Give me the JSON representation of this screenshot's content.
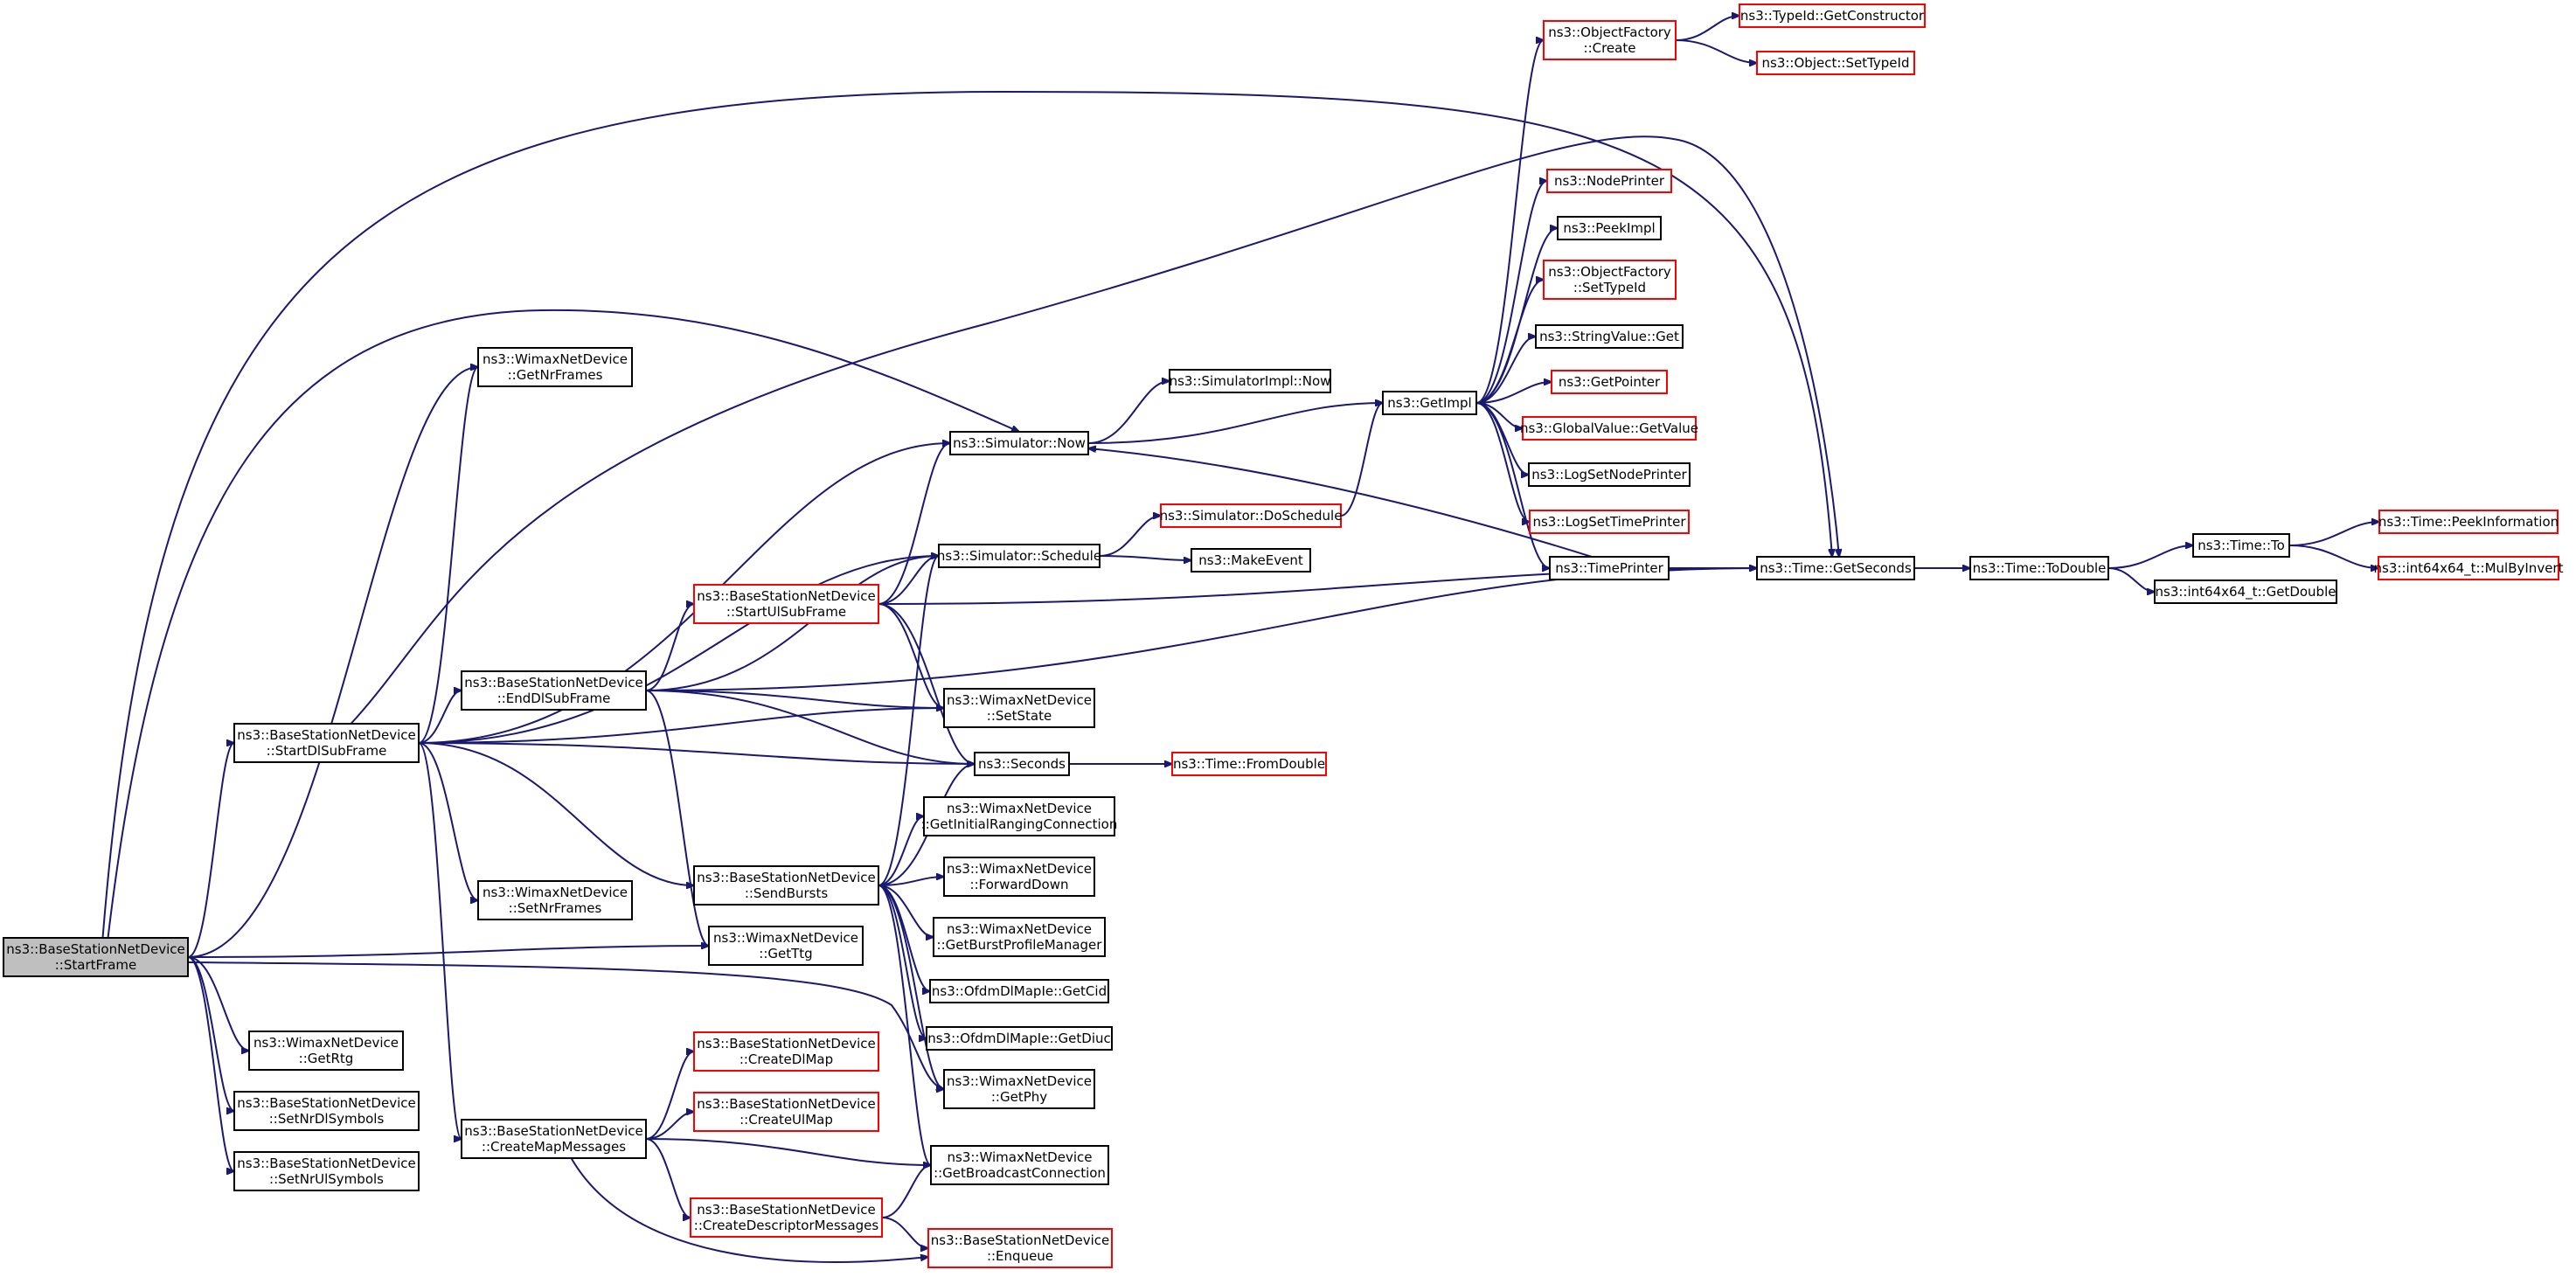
{
  "colors": {
    "edge": "#191970",
    "root_fill": "#bfbfbf",
    "node_fill": "#ffffff",
    "normal_border": "#000000",
    "truncated_border": "#ff0000"
  },
  "nodes": [
    {
      "id": "startframe",
      "lines": [
        "ns3::BaseStationNetDevice",
        "::StartFrame"
      ],
      "style": "root"
    },
    {
      "id": "startdlsubframe",
      "lines": [
        "ns3::BaseStationNetDevice",
        "::StartDlSubFrame"
      ],
      "style": "normal"
    },
    {
      "id": "getnrframes",
      "lines": [
        "ns3::WimaxNetDevice",
        "::GetNrFrames"
      ],
      "style": "normal"
    },
    {
      "id": "setnrframes",
      "lines": [
        "ns3::WimaxNetDevice",
        "::SetNrFrames"
      ],
      "style": "normal"
    },
    {
      "id": "getrtg",
      "lines": [
        "ns3::WimaxNetDevice",
        "::GetRtg"
      ],
      "style": "normal"
    },
    {
      "id": "setnrdlsymbols",
      "lines": [
        "ns3::BaseStationNetDevice",
        "::SetNrDlSymbols"
      ],
      "style": "normal"
    },
    {
      "id": "setnrulsymbols",
      "lines": [
        "ns3::BaseStationNetDevice",
        "::SetNrUlSymbols"
      ],
      "style": "normal"
    },
    {
      "id": "enddlsubframe",
      "lines": [
        "ns3::BaseStationNetDevice",
        "::EndDlSubFrame"
      ],
      "style": "normal"
    },
    {
      "id": "createmapmessages",
      "lines": [
        "ns3::BaseStationNetDevice",
        "::CreateMapMessages"
      ],
      "style": "normal"
    },
    {
      "id": "startulsubframe",
      "lines": [
        "ns3::BaseStationNetDevice",
        "::StartUlSubFrame"
      ],
      "style": "truncated"
    },
    {
      "id": "sendbursts",
      "lines": [
        "ns3::BaseStationNetDevice",
        "::SendBursts"
      ],
      "style": "normal"
    },
    {
      "id": "getttg",
      "lines": [
        "ns3::WimaxNetDevice",
        "::GetTtg"
      ],
      "style": "normal"
    },
    {
      "id": "createdlmap",
      "lines": [
        "ns3::BaseStationNetDevice",
        "::CreateDlMap"
      ],
      "style": "truncated"
    },
    {
      "id": "createulmap",
      "lines": [
        "ns3::BaseStationNetDevice",
        "::CreateUlMap"
      ],
      "style": "truncated"
    },
    {
      "id": "createdescriptormessages",
      "lines": [
        "ns3::BaseStationNetDevice",
        "::CreateDescriptorMessages"
      ],
      "style": "truncated"
    },
    {
      "id": "simnow",
      "lines": [
        "ns3::Simulator::Now"
      ],
      "style": "normal"
    },
    {
      "id": "simschedule",
      "lines": [
        "ns3::Simulator::Schedule"
      ],
      "style": "normal"
    },
    {
      "id": "setstate",
      "lines": [
        "ns3::WimaxNetDevice",
        "::SetState"
      ],
      "style": "normal"
    },
    {
      "id": "seconds",
      "lines": [
        "ns3::Seconds"
      ],
      "style": "normal"
    },
    {
      "id": "getinitialranging",
      "lines": [
        "ns3::WimaxNetDevice",
        "::GetInitialRangingConnection"
      ],
      "style": "normal"
    },
    {
      "id": "forwarddown",
      "lines": [
        "ns3::WimaxNetDevice",
        "::ForwardDown"
      ],
      "style": "normal"
    },
    {
      "id": "getburstprofile",
      "lines": [
        "ns3::WimaxNetDevice",
        "::GetBurstProfileManager"
      ],
      "style": "normal"
    },
    {
      "id": "getcid",
      "lines": [
        "ns3::OfdmDlMapIe::GetCid"
      ],
      "style": "normal"
    },
    {
      "id": "getdiuc",
      "lines": [
        "ns3::OfdmDlMapIe::GetDiuc"
      ],
      "style": "normal"
    },
    {
      "id": "getphy",
      "lines": [
        "ns3::WimaxNetDevice",
        "::GetPhy"
      ],
      "style": "normal"
    },
    {
      "id": "getbroadcast",
      "lines": [
        "ns3::WimaxNetDevice",
        "::GetBroadcastConnection"
      ],
      "style": "normal"
    },
    {
      "id": "enqueue",
      "lines": [
        "ns3::BaseStationNetDevice",
        "::Enqueue"
      ],
      "style": "truncated"
    },
    {
      "id": "simimplnow",
      "lines": [
        "ns3::SimulatorImpl::Now"
      ],
      "style": "normal"
    },
    {
      "id": "doschedule",
      "lines": [
        "ns3::Simulator::DoSchedule"
      ],
      "style": "truncated"
    },
    {
      "id": "makeevent",
      "lines": [
        "ns3::MakeEvent"
      ],
      "style": "normal"
    },
    {
      "id": "fromdouble",
      "lines": [
        "ns3::Time::FromDouble"
      ],
      "style": "truncated"
    },
    {
      "id": "getimpl",
      "lines": [
        "ns3::GetImpl"
      ],
      "style": "normal"
    },
    {
      "id": "ofcreate",
      "lines": [
        "ns3::ObjectFactory",
        "::Create"
      ],
      "style": "truncated"
    },
    {
      "id": "nodeprinter",
      "lines": [
        "ns3::NodePrinter"
      ],
      "style": "truncated"
    },
    {
      "id": "peekimpl",
      "lines": [
        "ns3::PeekImpl"
      ],
      "style": "normal"
    },
    {
      "id": "ofsettypeid",
      "lines": [
        "ns3::ObjectFactory",
        "::SetTypeId"
      ],
      "style": "truncated"
    },
    {
      "id": "stringvalueget",
      "lines": [
        "ns3::StringValue::Get"
      ],
      "style": "normal"
    },
    {
      "id": "getpointer",
      "lines": [
        "ns3::GetPointer"
      ],
      "style": "truncated"
    },
    {
      "id": "globalvalueget",
      "lines": [
        "ns3::GlobalValue::GetValue"
      ],
      "style": "truncated"
    },
    {
      "id": "logsetnodeprinter",
      "lines": [
        "ns3::LogSetNodePrinter"
      ],
      "style": "normal"
    },
    {
      "id": "logsettimeprinter",
      "lines": [
        "ns3::LogSetTimePrinter"
      ],
      "style": "truncated"
    },
    {
      "id": "timeprinter",
      "lines": [
        "ns3::TimePrinter"
      ],
      "style": "normal"
    },
    {
      "id": "typeidgetconstructor",
      "lines": [
        "ns3::TypeId::GetConstructor"
      ],
      "style": "truncated"
    },
    {
      "id": "objectsettypeid",
      "lines": [
        "ns3::Object::SetTypeId"
      ],
      "style": "truncated"
    },
    {
      "id": "timegetseconds",
      "lines": [
        "ns3::Time::GetSeconds"
      ],
      "style": "normal"
    },
    {
      "id": "timetodouble",
      "lines": [
        "ns3::Time::ToDouble"
      ],
      "style": "normal"
    },
    {
      "id": "timeto",
      "lines": [
        "ns3::Time::To"
      ],
      "style": "normal"
    },
    {
      "id": "int64getdouble",
      "lines": [
        "ns3::int64x64_t::GetDouble"
      ],
      "style": "normal"
    },
    {
      "id": "timepeekinfo",
      "lines": [
        "ns3::Time::PeekInformation"
      ],
      "style": "truncated"
    },
    {
      "id": "mulbyinvert",
      "lines": [
        "ns3::int64x64_t::MulByInvert"
      ],
      "style": "truncated"
    }
  ],
  "edges": [
    [
      "startframe",
      "startdlsubframe"
    ],
    [
      "startframe",
      "getnrframes"
    ],
    [
      "startframe",
      "getrtg"
    ],
    [
      "startframe",
      "setnrdlsymbols"
    ],
    [
      "startframe",
      "setnrulsymbols"
    ],
    [
      "startframe",
      "getttg"
    ],
    [
      "startframe",
      "simnow"
    ],
    [
      "startframe",
      "timegetseconds"
    ],
    [
      "startframe",
      "getphy"
    ],
    [
      "startdlsubframe",
      "getnrframes"
    ],
    [
      "startdlsubframe",
      "setnrframes"
    ],
    [
      "startdlsubframe",
      "enddlsubframe"
    ],
    [
      "startdlsubframe",
      "createmapmessages"
    ],
    [
      "startdlsubframe",
      "sendbursts"
    ],
    [
      "startdlsubframe",
      "simnow"
    ],
    [
      "startdlsubframe",
      "simschedule"
    ],
    [
      "startdlsubframe",
      "setstate"
    ],
    [
      "startdlsubframe",
      "seconds"
    ],
    [
      "startdlsubframe",
      "timegetseconds"
    ],
    [
      "enddlsubframe",
      "startulsubframe"
    ],
    [
      "enddlsubframe",
      "simschedule"
    ],
    [
      "enddlsubframe",
      "setstate"
    ],
    [
      "enddlsubframe",
      "seconds"
    ],
    [
      "enddlsubframe",
      "getttg"
    ],
    [
      "enddlsubframe",
      "timegetseconds"
    ],
    [
      "startulsubframe",
      "simnow"
    ],
    [
      "startulsubframe",
      "simschedule"
    ],
    [
      "startulsubframe",
      "setstate"
    ],
    [
      "startulsubframe",
      "seconds"
    ],
    [
      "startulsubframe",
      "timegetseconds"
    ],
    [
      "sendbursts",
      "simschedule"
    ],
    [
      "sendbursts",
      "seconds"
    ],
    [
      "sendbursts",
      "getinitialranging"
    ],
    [
      "sendbursts",
      "forwarddown"
    ],
    [
      "sendbursts",
      "getburstprofile"
    ],
    [
      "sendbursts",
      "getcid"
    ],
    [
      "sendbursts",
      "getdiuc"
    ],
    [
      "sendbursts",
      "getphy"
    ],
    [
      "sendbursts",
      "getbroadcast"
    ],
    [
      "createmapmessages",
      "createdlmap"
    ],
    [
      "createmapmessages",
      "createulmap"
    ],
    [
      "createmapmessages",
      "createdescriptormessages"
    ],
    [
      "createmapmessages",
      "getbroadcast"
    ],
    [
      "createmapmessages",
      "enqueue"
    ],
    [
      "createdescriptormessages",
      "getbroadcast"
    ],
    [
      "createdescriptormessages",
      "enqueue"
    ],
    [
      "simnow",
      "simimplnow"
    ],
    [
      "simnow",
      "getimpl"
    ],
    [
      "simschedule",
      "doschedule"
    ],
    [
      "simschedule",
      "makeevent"
    ],
    [
      "doschedule",
      "getimpl"
    ],
    [
      "seconds",
      "fromdouble"
    ],
    [
      "getimpl",
      "ofcreate"
    ],
    [
      "getimpl",
      "nodeprinter"
    ],
    [
      "getimpl",
      "peekimpl"
    ],
    [
      "getimpl",
      "ofsettypeid"
    ],
    [
      "getimpl",
      "stringvalueget"
    ],
    [
      "getimpl",
      "getpointer"
    ],
    [
      "getimpl",
      "globalvalueget"
    ],
    [
      "getimpl",
      "logsetnodeprinter"
    ],
    [
      "getimpl",
      "logsettimeprinter"
    ],
    [
      "getimpl",
      "timeprinter"
    ],
    [
      "timeprinter",
      "simnow"
    ],
    [
      "timeprinter",
      "timegetseconds"
    ],
    [
      "ofcreate",
      "typeidgetconstructor"
    ],
    [
      "ofcreate",
      "objectsettypeid"
    ],
    [
      "timegetseconds",
      "timetodouble"
    ],
    [
      "timetodouble",
      "timeto"
    ],
    [
      "timetodouble",
      "int64getdouble"
    ],
    [
      "timeto",
      "timepeekinfo"
    ],
    [
      "timeto",
      "mulbyinvert"
    ]
  ]
}
